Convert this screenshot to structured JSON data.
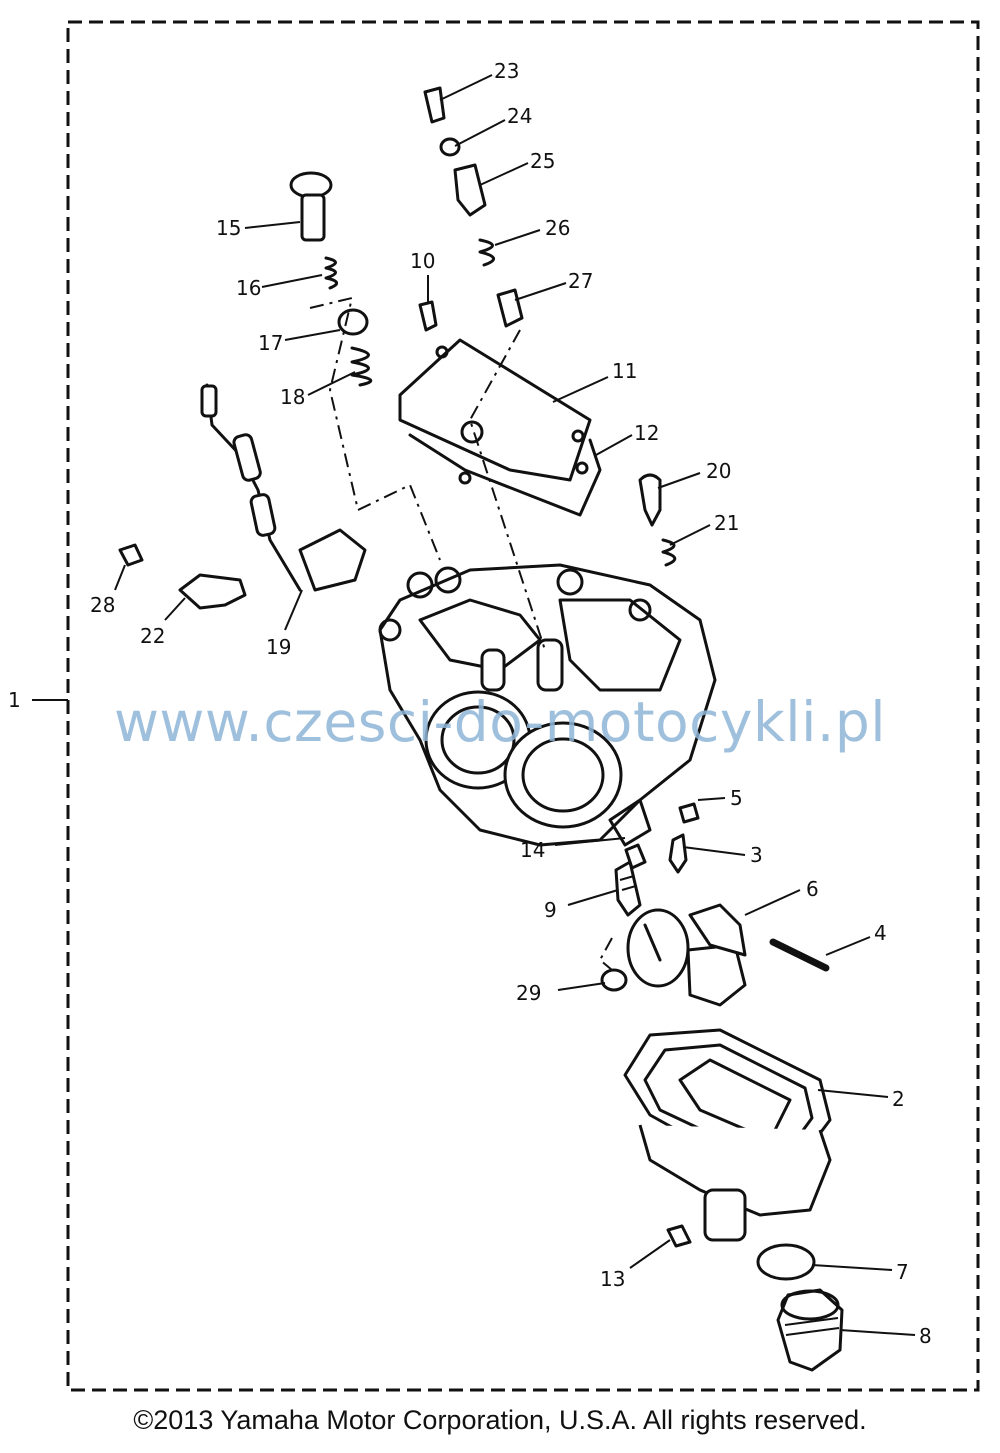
{
  "diagram": {
    "assembly_label": "1",
    "callouts": [
      "2",
      "3",
      "4",
      "5",
      "6",
      "7",
      "8",
      "9",
      "10",
      "11",
      "12",
      "13",
      "14",
      "15",
      "16",
      "17",
      "18",
      "19",
      "20",
      "21",
      "22",
      "23",
      "24",
      "25",
      "26",
      "27",
      "28",
      "29"
    ]
  },
  "watermark": "www.czesci-do-motocykli.pl",
  "copyright": "©2013 Yamaha Motor Corporation, U.S.A. All rights reserved."
}
